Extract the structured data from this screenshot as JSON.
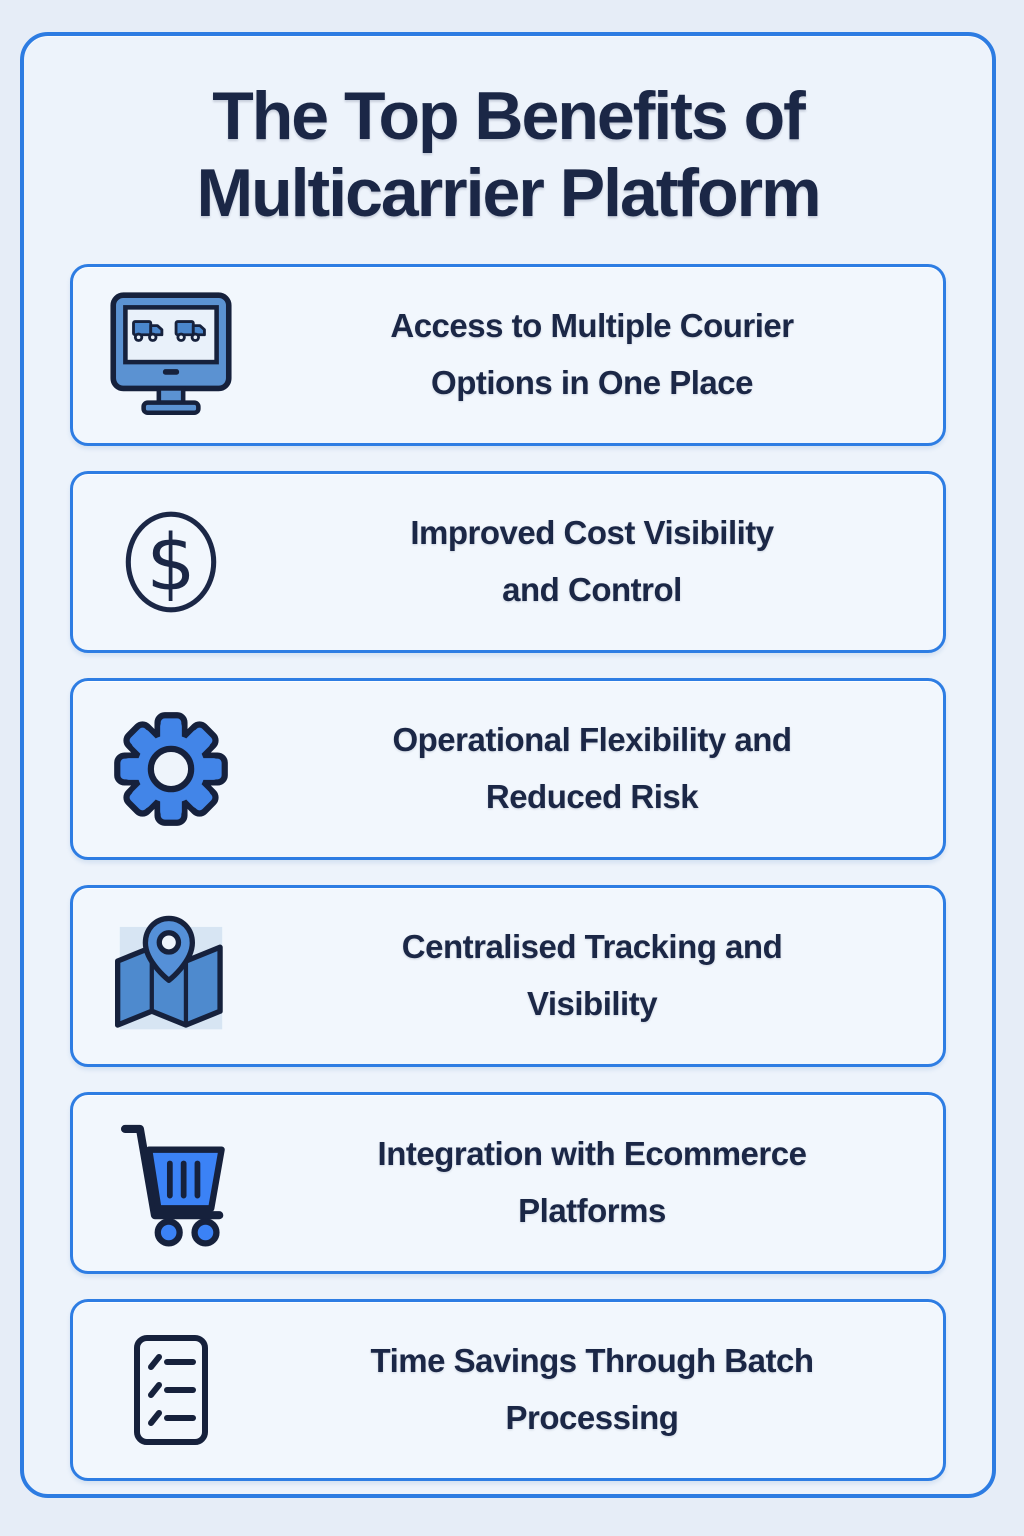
{
  "title": {
    "lines": [
      "The Top Benefits of",
      "Multicarrier Platform"
    ]
  },
  "benefits": [
    {
      "icon": "monitor-with-trucks-icon",
      "label": "Access to Multiple Courier Options in One Place",
      "lines": [
        "Access to Multiple Courier",
        "Options in One Place"
      ]
    },
    {
      "icon": "dollar-coin-icon",
      "label": "Improved Cost Visibility and Control",
      "lines": [
        "Improved Cost Visibility",
        "and Control"
      ]
    },
    {
      "icon": "gear-icon",
      "label": "Operational Flexibility and Reduced Risk",
      "lines": [
        "Operational Flexibility and",
        "Reduced Risk"
      ]
    },
    {
      "icon": "map-location-pin-icon",
      "label": "Centralised Tracking and Visibility",
      "lines": [
        "Centralised Tracking and",
        "Visibility"
      ]
    },
    {
      "icon": "shopping-cart-icon",
      "label": "Integration with Ecommerce Platforms",
      "lines": [
        "Integration with Ecommerce",
        "Platforms"
      ]
    },
    {
      "icon": "checklist-icon",
      "label": "Time Savings Through Batch Processing",
      "lines": [
        "Time Savings Through Batch",
        "Processing"
      ]
    }
  ],
  "colors": {
    "page_background": "#e6edf7",
    "frame_background": "#edf3fb",
    "card_background": "#f2f7fd",
    "accent_border_blue": "#2e7de3",
    "text_navy": "#1b2746",
    "icon_outline_navy": "#16213c",
    "icon_blue_muted": "#5b92d2",
    "icon_blue_medium": "#4285e8",
    "icon_blue_bright": "#3b82f6"
  }
}
